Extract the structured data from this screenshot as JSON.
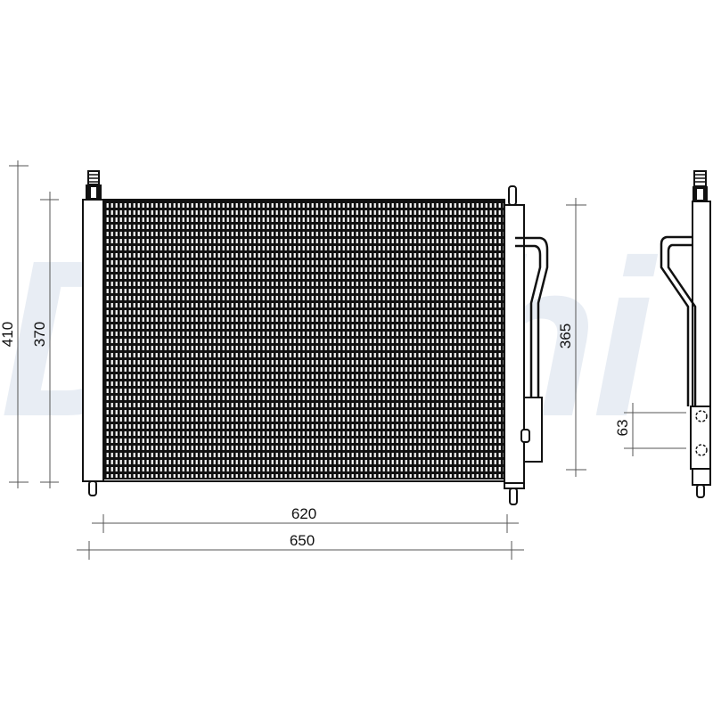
{
  "watermark": {
    "text": "Delphi",
    "color": "#e8edf4"
  },
  "drawing": {
    "subject": "condenser",
    "views": [
      "front-view",
      "side-view"
    ],
    "dimensions": {
      "overall_height": "410",
      "core_height": "370",
      "tank_height": "365",
      "bracket_spacing": "63",
      "core_width": "620",
      "overall_width": "650"
    },
    "line_color": "#111111",
    "dim_line_color": "#555555"
  }
}
